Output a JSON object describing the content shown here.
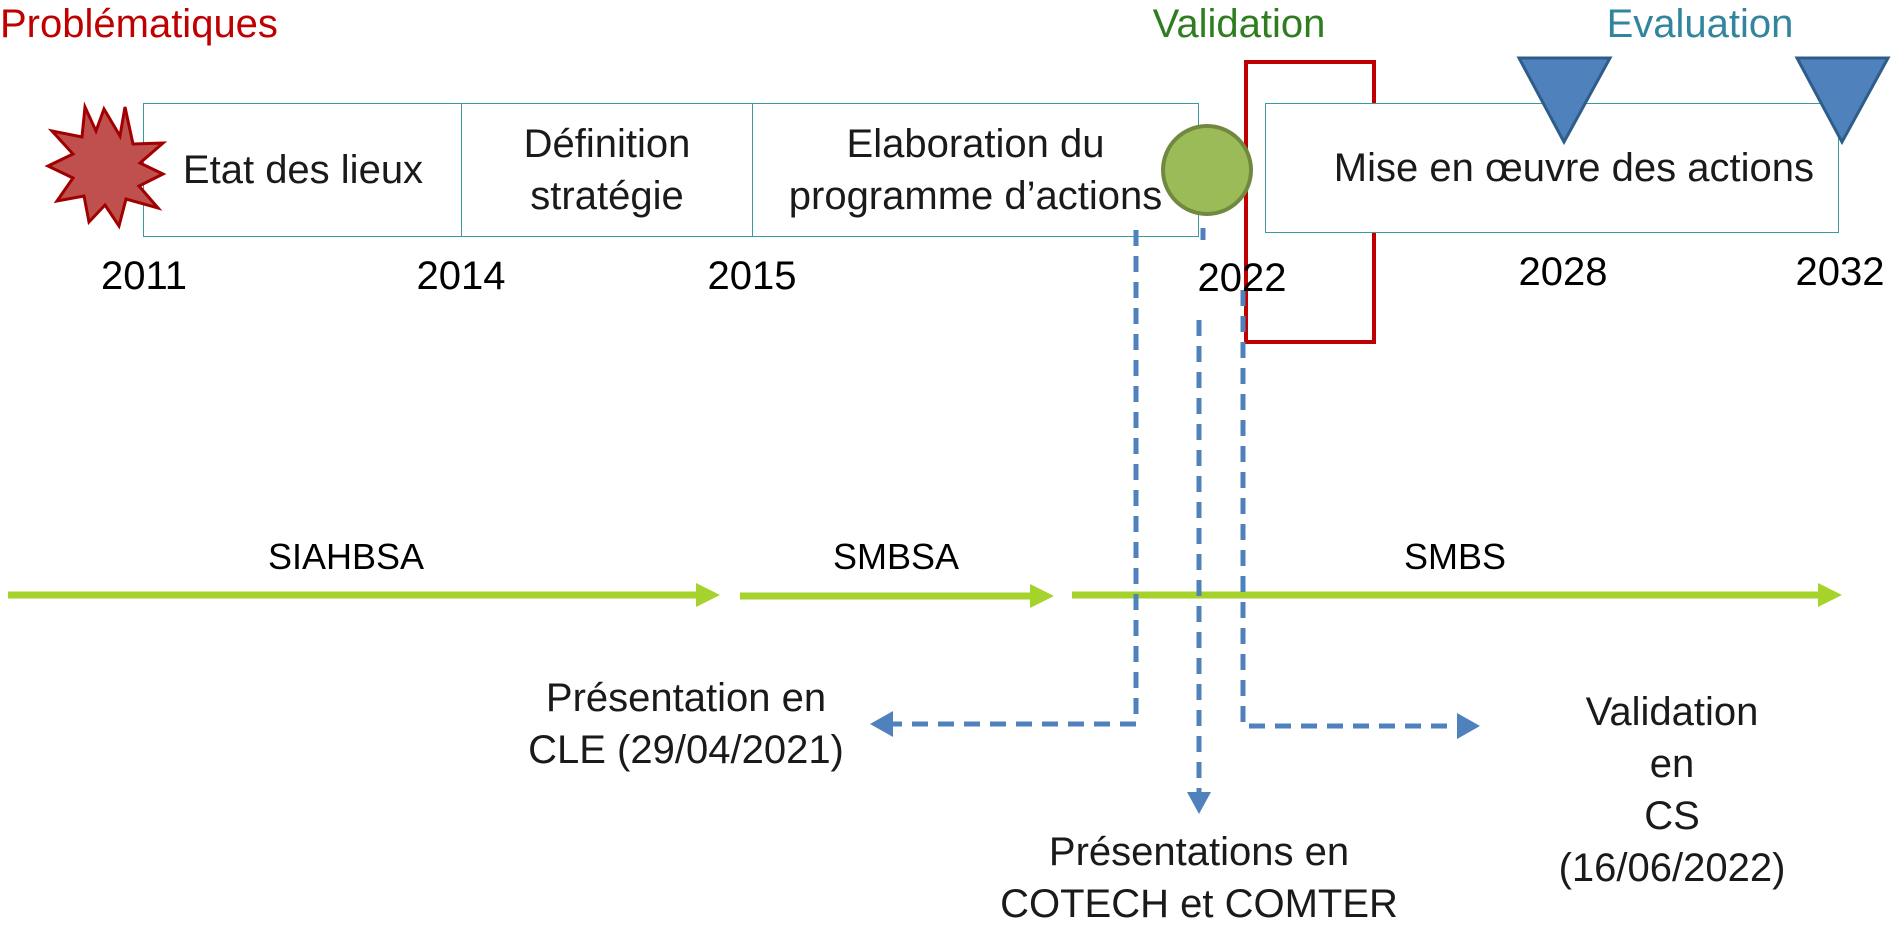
{
  "headings": {
    "problematiques": "Problématiques",
    "validation": "Validation",
    "evaluation": "Evaluation"
  },
  "phases": [
    "Etat des lieux",
    "Définition\nstratégie",
    "Elaboration du\nprogramme d’actions",
    "Mise en œuvre des actions"
  ],
  "years": [
    "2011",
    "2014",
    "2015",
    "2022",
    "2028",
    "2032"
  ],
  "structures": [
    "SIAHBSA",
    "SMBSA",
    "SMBS"
  ],
  "events": {
    "cle": "Présentation en\nCLE (29/04/2021)",
    "cotech": "Présentations en\nCOTECH et COMTER",
    "cs": "Validation en\nCS (16/06/2022)"
  },
  "colors": {
    "red": "#c00000",
    "green_title": "#2e7d1e",
    "teal": "#31859c",
    "box_border": "#3c9a9e",
    "lime": "#a6d22c",
    "dash_blue": "#4f81bd",
    "circle": "#9bbb59",
    "star": "#c0504d"
  },
  "icons": {
    "start": "starburst-icon",
    "validation": "circle-icon",
    "evaluation": "triangle-down-icon"
  }
}
